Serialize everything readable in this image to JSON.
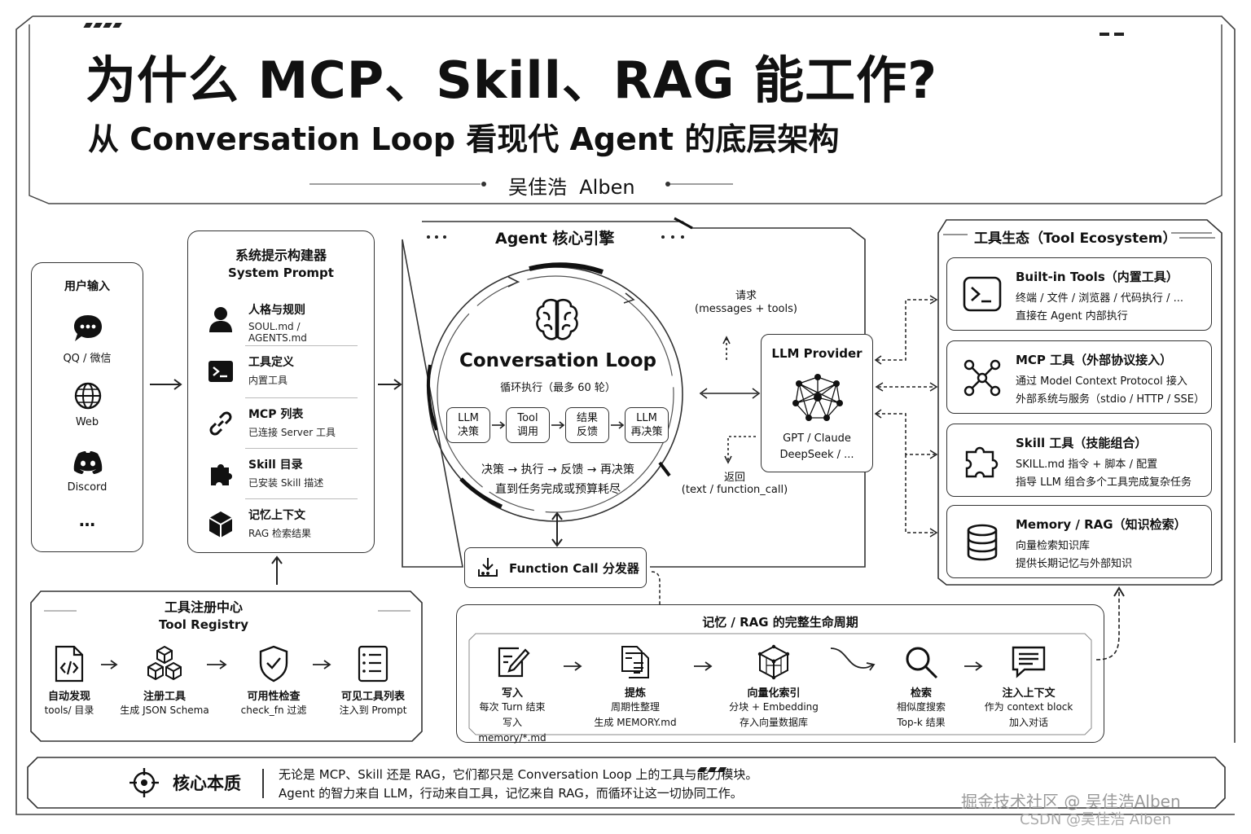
{
  "header": {
    "title": "为什么 MCP、Skill、RAG 能工作?",
    "subtitle": "从 Conversation Loop 看现代 Agent 的底层架构",
    "author": "吴佳浩  Alben"
  },
  "user_input": {
    "title": "用户输入",
    "channels": [
      {
        "label": "QQ / 微信",
        "icon": "chat-bubble-icon"
      },
      {
        "label": "Web",
        "icon": "globe-icon"
      },
      {
        "label": "Discord",
        "icon": "discord-icon"
      }
    ],
    "more": "…"
  },
  "system_prompt": {
    "title": "系统提示构建器",
    "subtitle": "System Prompt",
    "items": [
      {
        "name": "人格与规则",
        "desc": "SOUL.md / AGENTS.md",
        "icon": "person-icon"
      },
      {
        "name": "工具定义",
        "desc": "内置工具",
        "icon": "terminal-icon"
      },
      {
        "name": "MCP 列表",
        "desc": "已连接 Server 工具",
        "icon": "link-icon"
      },
      {
        "name": "Skill 目录",
        "desc": "已安装 Skill 描述",
        "icon": "puzzle-icon"
      },
      {
        "name": "记忆上下文",
        "desc": "RAG 检索结果",
        "icon": "cube-icon"
      }
    ]
  },
  "engine": {
    "title": "Agent 核心引擎",
    "loop_title": "Conversation Loop",
    "loop_sub": "循环执行（最多 60 轮）",
    "steps": [
      {
        "l1": "LLM",
        "l2": "决策"
      },
      {
        "l1": "Tool",
        "l2": "调用"
      },
      {
        "l1": "结果",
        "l2": "反馈"
      },
      {
        "l1": "LLM",
        "l2": "再决策"
      }
    ],
    "flow": "决策 → 执行 → 反馈 → 再决策",
    "flow_sub": "直到任务完成或预算耗尽",
    "dispatcher": "Function Call 分发器"
  },
  "llm": {
    "title": "LLM Provider",
    "models_1": "GPT / Claude",
    "models_2": "DeepSeek / ...",
    "request_1": "请求",
    "request_2": "(messages + tools)",
    "return_1": "返回",
    "return_2": "(text / function_call)"
  },
  "ecosystem": {
    "title": "工具生态（Tool Ecosystem）",
    "tools": [
      {
        "name": "Built-in Tools（内置工具）",
        "d1": "终端 / 文件 / 浏览器 / 代码执行 / ...",
        "d2": "直接在 Agent 内部执行",
        "icon": "terminal-icon"
      },
      {
        "name": "MCP 工具（外部协议接入）",
        "d1": "通过 Model Context Protocol 接入",
        "d2": "外部系统与服务（stdio / HTTP / SSE）",
        "icon": "network-icon"
      },
      {
        "name": "Skill 工具（技能组合）",
        "d1": "SKILL.md 指令 + 脚本 / 配置",
        "d2": "指导 LLM 组合多个工具完成复杂任务",
        "icon": "puzzle-icon"
      },
      {
        "name": "Memory / RAG（知识检索）",
        "d1": "向量检索知识库",
        "d2": "提供长期记忆与外部知识",
        "icon": "database-icon"
      }
    ]
  },
  "registry": {
    "title": "工具注册中心",
    "subtitle": "Tool Registry",
    "steps": [
      {
        "name": "自动发现",
        "desc": "tools/ 目录",
        "icon": "code-file-icon"
      },
      {
        "name": "注册工具",
        "desc": "生成 JSON Schema",
        "icon": "cubes-icon"
      },
      {
        "name": "可用性检查",
        "desc": "check_fn 过滤",
        "icon": "shield-check-icon"
      },
      {
        "name": "可见工具列表",
        "desc": "注入到 Prompt",
        "icon": "list-icon"
      }
    ]
  },
  "rag": {
    "title": "记忆 / RAG 的完整生命周期",
    "steps": [
      {
        "name": "写入",
        "d1": "每次 Turn 结束",
        "d2": "写入 memory/*.md",
        "icon": "edit-icon"
      },
      {
        "name": "提炼",
        "d1": "周期性整理",
        "d2": "生成 MEMORY.md",
        "icon": "documents-icon"
      },
      {
        "name": "向量化索引",
        "d1": "分块 + Embedding",
        "d2": "存入向量数据库",
        "icon": "vector-cube-icon"
      },
      {
        "name": "检索",
        "d1": "相似度搜索",
        "d2": "Top-k 结果",
        "icon": "search-icon"
      },
      {
        "name": "注入上下文",
        "d1": "作为 context block",
        "d2": "加入对话",
        "icon": "message-icon"
      }
    ]
  },
  "footer": {
    "label": "核心本质",
    "line1": "无论是 MCP、Skill 还是 RAG，它们都只是 Conversation Loop 上的工具与能力模块。",
    "line2": "Agent 的智力来自 LLM，行动来自工具，记忆来自 RAG，而循环让这一切协同工作。",
    "watermark": "掘金技术社区 @ 吴佳浩Alben",
    "watermark2": "CSDN @吴佳浩 Alben"
  }
}
